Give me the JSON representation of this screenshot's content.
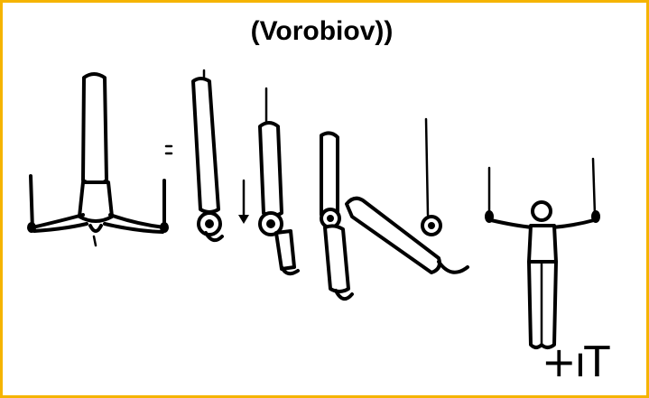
{
  "title": "(Vorobiov))",
  "figure": {
    "frames": [
      {
        "id": "frame-1",
        "pose": "inverted-cross"
      },
      {
        "id": "frame-2",
        "pose": "handstand-lowering"
      },
      {
        "id": "frame-3",
        "pose": "handstand-lowering"
      },
      {
        "id": "frame-4",
        "pose": "swing-down"
      },
      {
        "id": "frame-5",
        "pose": "horizontal-swing"
      },
      {
        "id": "frame-6",
        "pose": "iron-cross"
      }
    ],
    "symbols": [
      "=",
      "↓"
    ],
    "notation": "+ıT"
  },
  "colors": {
    "frame_border": "#f5b400",
    "ink": "#000000",
    "background": "#ffffff"
  }
}
